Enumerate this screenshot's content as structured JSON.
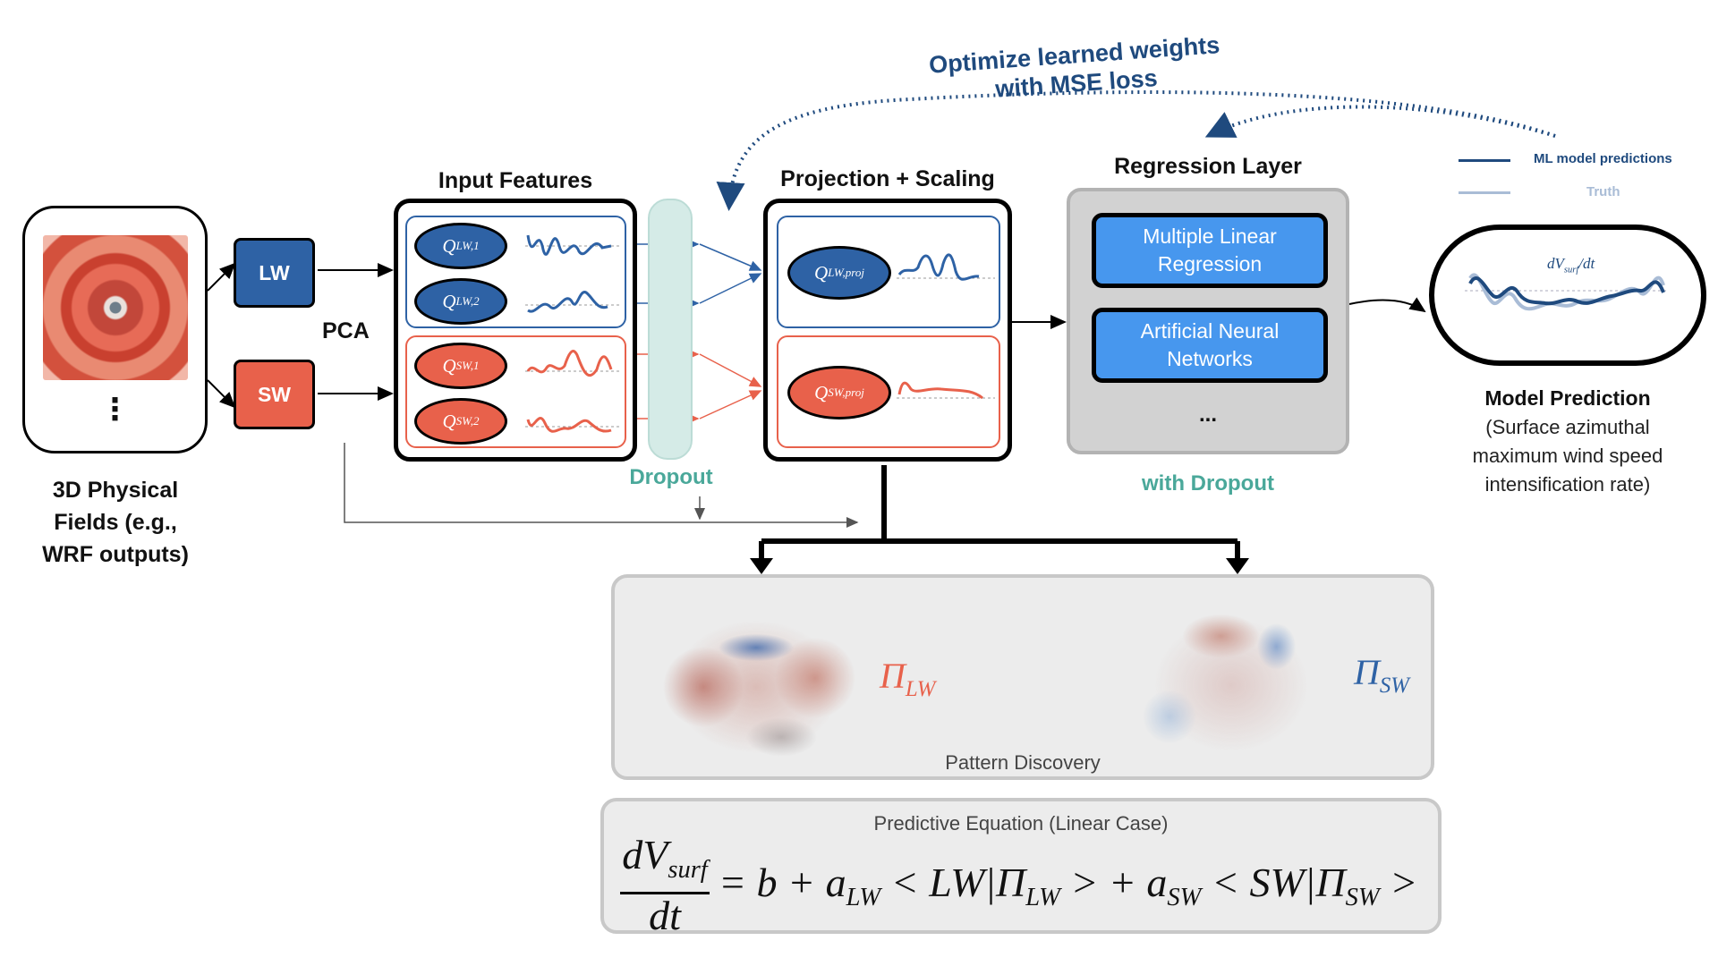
{
  "header": {
    "optimize_line1": "Optimize learned weights",
    "optimize_line2": "with MSE loss"
  },
  "input": {
    "label_line1": "3D Physical",
    "label_line2": "Fields (e.g.,",
    "label_line3": "WRF outputs)",
    "ellipsis": "⋮"
  },
  "pca": {
    "label": "PCA",
    "lw": "LW",
    "sw": "SW"
  },
  "input_features": {
    "title": "Input Features",
    "q_lw_1": {
      "base": "Q",
      "sub": "LW,1"
    },
    "q_lw_2": {
      "base": "Q",
      "sub": "LW,2"
    },
    "q_sw_1": {
      "base": "Q",
      "sub": "SW,1"
    },
    "q_sw_2": {
      "base": "Q",
      "sub": "SW,2"
    }
  },
  "dropout": {
    "label": "Dropout"
  },
  "projection": {
    "title": "Projection + Scaling",
    "q_lw_proj": {
      "base": "Q",
      "sub": "LW,proj"
    },
    "q_sw_proj": {
      "base": "Q",
      "sub": "SW,proj"
    }
  },
  "regression": {
    "title": "Regression Layer",
    "mlr_line1": "Multiple Linear",
    "mlr_line2": "Regression",
    "ann_line1": "Artificial Neural",
    "ann_line2": "Networks",
    "ellipsis": "...",
    "with_dropout": "with Dropout"
  },
  "legend": {
    "predictions": "ML model predictions",
    "truth": "Truth"
  },
  "prediction": {
    "curve_label": "dV",
    "curve_label_sub": "surf",
    "curve_label_tail": "/dt",
    "title": "Model Prediction",
    "desc_line1": "(Surface azimuthal",
    "desc_line2": "maximum wind speed",
    "desc_line3": "intensification rate)"
  },
  "patterns": {
    "label": "Pattern Discovery",
    "pi_lw": {
      "base": "Π",
      "sub": "LW"
    },
    "pi_sw": {
      "base": "Π",
      "sub": "SW"
    }
  },
  "equation": {
    "title": "Predictive Equation (Linear Case)",
    "numerator_base": "dV",
    "numerator_sub": "surf",
    "denominator": "dt",
    "eq_sign": "= b + a",
    "a_lw_sub": "LW",
    "lw_bracket": " < LW|Π",
    "lw_pi_sub": "LW",
    "mid": " > + a",
    "a_sw_sub": "SW",
    "sw_bracket": " < SW|Π",
    "sw_pi_sub": "SW",
    "close": " >"
  },
  "colors": {
    "lw_blue": "#2e62a5",
    "sw_red": "#e8614b",
    "teal": "#4aa89a",
    "button_blue": "#4797ee",
    "dark_navy": "#1f4a7e",
    "light_blue": "#a9bcd6"
  }
}
